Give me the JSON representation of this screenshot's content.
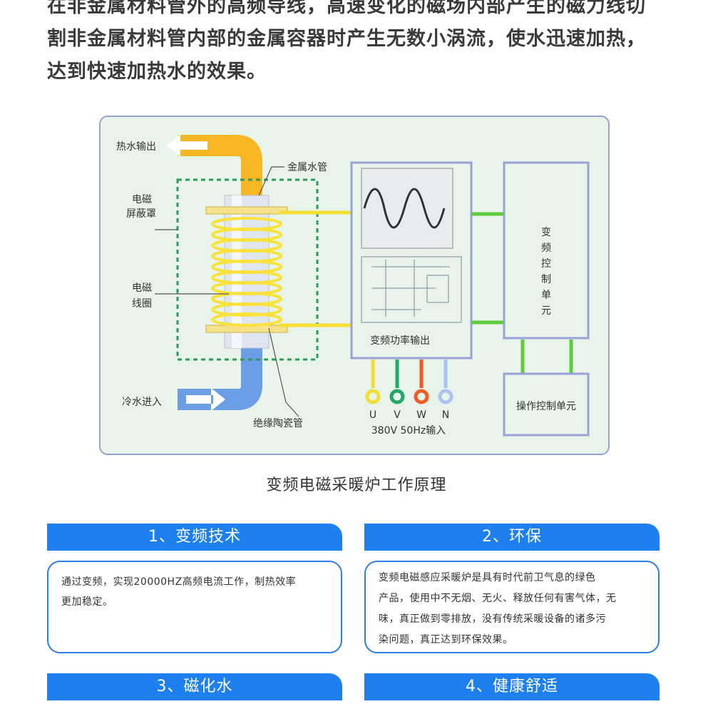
{
  "intro": {
    "line1": "在非金属材料管外的高频导线，高速变化的磁场内部产生的磁力线切",
    "line2": "割非金属材料管内部的金属容器时产生无数小涡流，使水迅速加热，",
    "line3": "达到快速加热水的效果。"
  },
  "diagram": {
    "labels": {
      "hot_water_out": "热水输出",
      "metal_pipe": "金属水管",
      "em_shield_1": "电磁",
      "em_shield_2": "屏蔽罩",
      "em_coil_1": "电磁",
      "em_coil_2": "线圈",
      "cold_water_in": "冷水进入",
      "ceramic_pipe": "绝缘陶瓷管",
      "vf_power_output": "变频功率输出",
      "vf_control_unit": [
        "变",
        "频",
        "控",
        "制",
        "单",
        "元"
      ],
      "operation_control_unit": "操作控制单元",
      "phase_u": "U",
      "phase_v": "V",
      "phase_w": "W",
      "phase_n": "N",
      "power_input": "380V  50Hz输入"
    },
    "colors": {
      "hot_pipe": "#f7b722",
      "cold_pipe": "#6b9ee6",
      "coil": "#f9e23c",
      "wire_yellow": "#f2df32",
      "wire_green": "#5fcb3e",
      "box_border": "#9aa0d8",
      "shield": "#2e9a5a",
      "u_color": "#f2df32",
      "v_color": "#24a86a",
      "w_color": "#f05a26",
      "n_color": "#a9c4f0"
    }
  },
  "caption": "变频电磁采暖炉工作原理",
  "cards": {
    "c1": {
      "title": "1、变频技术",
      "lines": [
        "通过变频，实现20000HZ高频电流工作，制热效率",
        "更加稳定。"
      ]
    },
    "c2": {
      "title": "2、环保",
      "lines": [
        "变频电磁感应采暖炉是具有时代前卫气息的绿色",
        "产品，使用中不无烟、无火、释放任何有害气体，无",
        "味，真正做到零排放，没有传统采暖设备的诸多污",
        "染问题，真正达到环保效果。"
      ]
    },
    "c3": {
      "title": "3、磁化水"
    },
    "c4": {
      "title": "4、健康舒适"
    }
  }
}
